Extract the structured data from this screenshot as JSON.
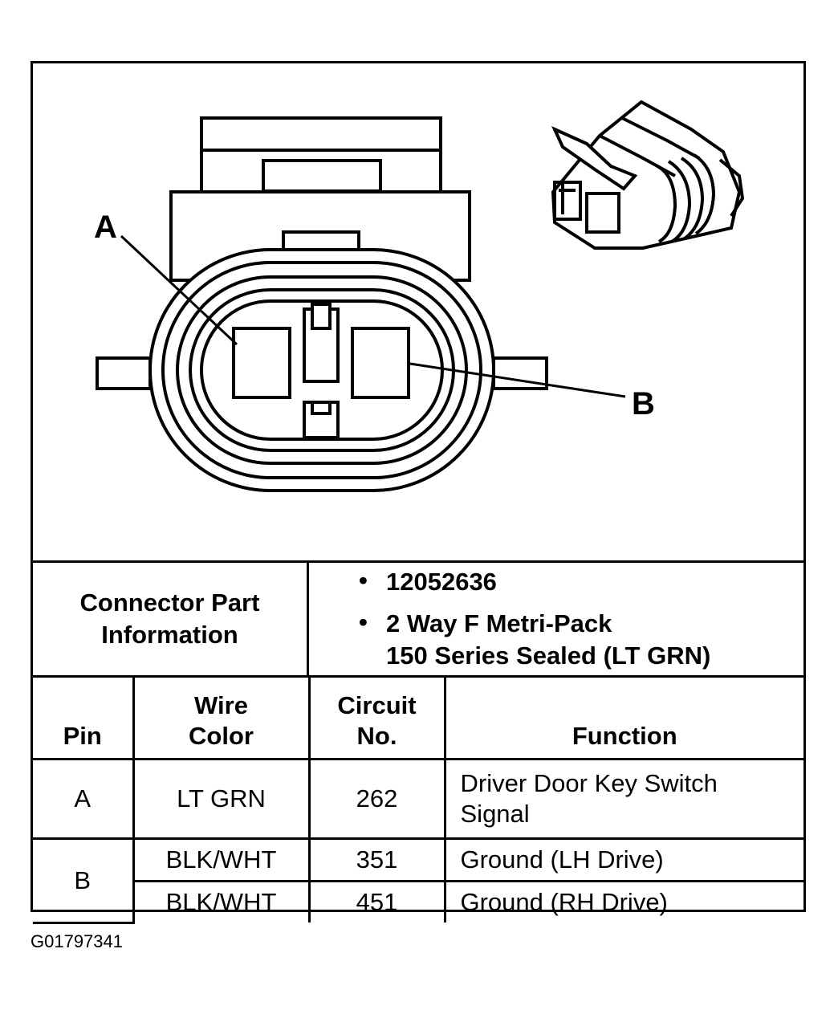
{
  "diagram": {
    "callouts": {
      "a": "A",
      "b": "B"
    }
  },
  "info": {
    "label_line1": "Connector Part",
    "label_line2": "Information",
    "bullet": "•",
    "part_number": "12052636",
    "description_line1": "2 Way F Metri-Pack",
    "description_line2": "150 Series Sealed (LT GRN)"
  },
  "table": {
    "headers": {
      "pin": "Pin",
      "wire_color_line1": "Wire",
      "wire_color_line2": "Color",
      "circuit_line1": "Circuit",
      "circuit_line2": "No.",
      "function": "Function"
    },
    "rows": [
      {
        "pin": "A",
        "wire_color": "LT GRN",
        "circuit": "262",
        "function_line1": "Driver Door Key Switch",
        "function_line2": "Signal"
      },
      {
        "pin": "B",
        "wire_color": "BLK/WHT",
        "circuit": "351",
        "function": "Ground (LH Drive)"
      },
      {
        "wire_color": "BLK/WHT",
        "circuit": "451",
        "function": "Ground (RH Drive)"
      }
    ]
  },
  "figure_id": "G01797341"
}
